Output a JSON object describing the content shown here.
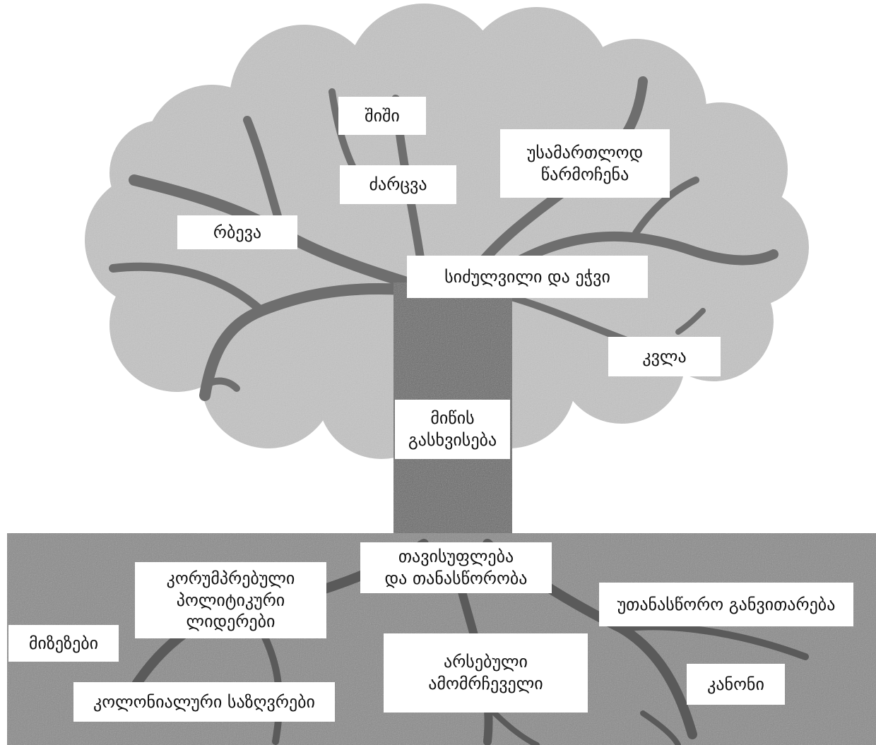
{
  "colors": {
    "foliage": "#c4c4c4",
    "branch": "#6e6e6e",
    "trunk": "#6a6a6a",
    "ground": "#8a8a8a",
    "roots": "#5a5a5a",
    "label_background": "#ffffff",
    "text": "#111111"
  },
  "leaves": {
    "fear": "შიში",
    "looting": "ძარცვა",
    "unjust_prosecution": [
      "უსამართლოდ",
      "წარმოჩენა"
    ],
    "robbery": "რბევა",
    "hatred_and_doubt": "სიძულვილი და ეჭვი",
    "killing": "კვლა"
  },
  "trunk": {
    "land_disputes": [
      "მიწის",
      "გასხვისება"
    ]
  },
  "roots": {
    "causes": "მიზეზები",
    "freedom_equality": [
      "თავისუფლება",
      "და თანასწორობა"
    ],
    "corrupt_leaders": [
      "კორუმპრებული",
      "პოლიტიკური",
      "ლიდერები"
    ],
    "uneven_development": "უთანასწორო განვითარება",
    "existing_electorate": [
      "არსებული",
      "ამომრჩეველი"
    ],
    "colonial_borders": "კოლონიალური საზღვრები",
    "law": "კანონი"
  }
}
